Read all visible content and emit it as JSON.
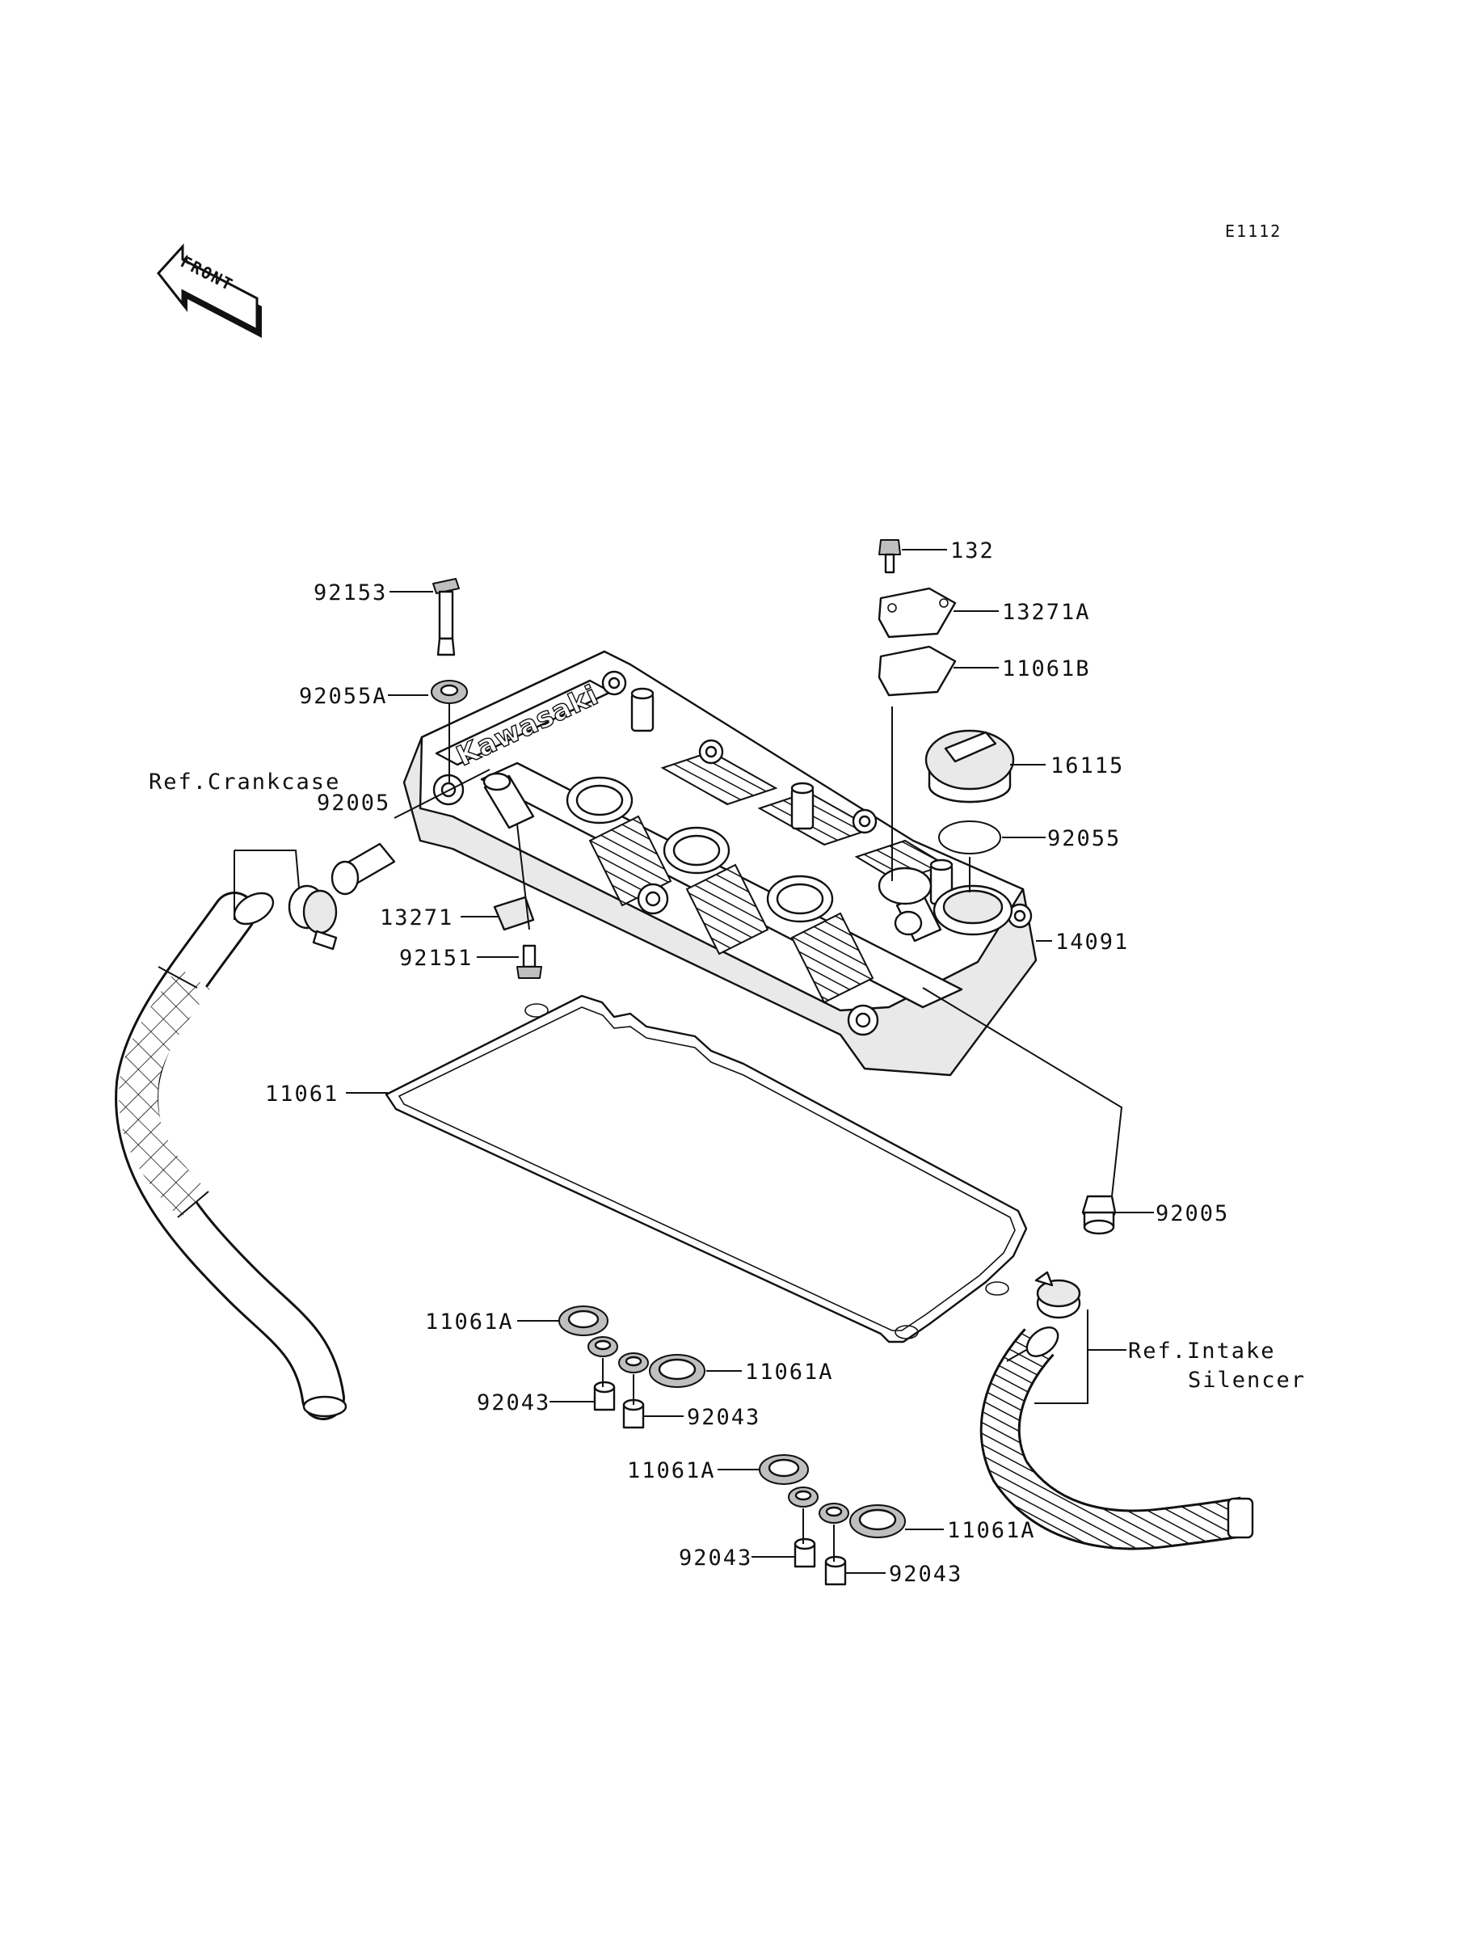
{
  "diagram_code": "E1112",
  "front_indicator": "FRONT",
  "cover_brand": "Kawasaki",
  "labels": {
    "p92153": "92153",
    "p92055A": "92055A",
    "ref_crankcase": "Ref.Crankcase",
    "p92005_left": "92005",
    "p13271": "13271",
    "p92151": "92151",
    "p11061": "11061",
    "p132": "132",
    "p13271A": "13271A",
    "p11061B": "11061B",
    "p16115": "16115",
    "p92055": "92055",
    "p14091": "14091",
    "p92005_right": "92005",
    "ref_intake_1": "Ref.Intake",
    "ref_intake_2": "Silencer",
    "p11061A_1": "11061A",
    "p11061A_2": "11061A",
    "p92043_1": "92043",
    "p92043_2": "92043",
    "p11061A_3": "11061A",
    "p11061A_4": "11061A",
    "p92043_3": "92043",
    "p92043_4": "92043"
  }
}
